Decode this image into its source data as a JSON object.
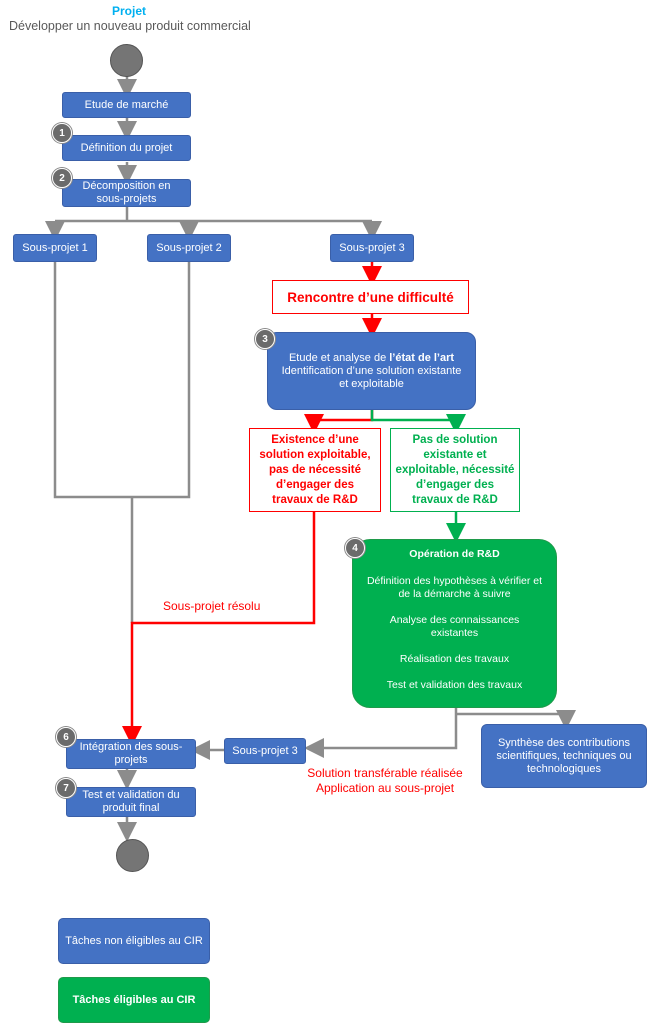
{
  "header": {
    "label": "Projet",
    "title": "Développer un nouveau produit commercial"
  },
  "colors": {
    "blue": "#4472c4",
    "green": "#00b050",
    "red": "#ff0000",
    "gray_line": "#8c8c8c",
    "accent": "#00b0f0"
  },
  "steps": {
    "etude": "Etude de marché",
    "definition": "Définition du projet",
    "decomposition": "Décomposition en sous-projets",
    "sp1": "Sous-projet 1",
    "sp2": "Sous-projet 2",
    "sp3": "Sous-projet 3",
    "difficulte": "Rencontre d’une difficulté",
    "etat_prefix": "Etude et analyse de ",
    "etat_bold": "l’état de l’art",
    "etat_line2": "Identification d’une solution existante et exploitable",
    "existence": "Existence d’une solution exploitable, pas de nécessité d’engager des travaux de R&D",
    "pas_solution": "Pas de solution existante et exploitable, nécessité d’engager des travaux de R&D",
    "rd_title": "Opération de R&D",
    "rd_items": [
      "Définition des hypothèses à vérifier et de la démarche à suivre",
      "Analyse des connaissances existantes",
      "Réalisation des travaux",
      "Test et validation des travaux"
    ],
    "synthese": "Synthèse des contributions scientifiques, techniques ou technologiques",
    "sp3_result": "Sous-projet 3",
    "integration": "Intégration des sous-projets",
    "test": "Test et validation du produit final"
  },
  "annotations": {
    "resolu": "Sous-projet résolu",
    "transferable_1": "Solution transférable réalisée",
    "transferable_2": "Application au sous-projet"
  },
  "badges": [
    "1",
    "2",
    "3",
    "4",
    "6",
    "7"
  ],
  "legend": {
    "non_eligible": "Tâches non éligibles au CIR",
    "eligible": "Tâches éligibles au CIR"
  }
}
